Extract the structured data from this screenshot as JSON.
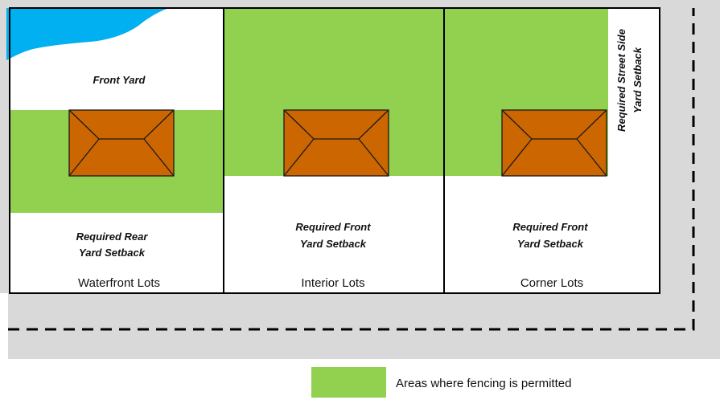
{
  "colors": {
    "fence_permitted": "#92D050",
    "water": "#00B0F0",
    "street": "#D9D9D9",
    "house": "#CC6600",
    "lot_border": "#000000",
    "property_line": "#000000"
  },
  "lots": [
    {
      "name": "Waterfront Lots",
      "labels": [
        "Front Yard",
        "Required Rear Yard Setback"
      ],
      "label_lines": {
        "front": "Front Yard",
        "rear_1": "Required Rear",
        "rear_2": "Yard Setback"
      }
    },
    {
      "name": "Interior Lots",
      "label_lines": {
        "front_1": "Required Front",
        "front_2": "Yard Setback"
      }
    },
    {
      "name": "Corner Lots",
      "label_lines": {
        "front_1": "Required Front",
        "front_2": "Yard Setback",
        "side_1": "Required Street Side",
        "side_2": "Yard Setback"
      }
    }
  ],
  "legend": {
    "label": "Areas where fencing is permitted",
    "swatch_color": "#92D050"
  },
  "icons": [
    "house-roof-icon",
    "water-body-icon",
    "dashed-property-line-icon"
  ]
}
